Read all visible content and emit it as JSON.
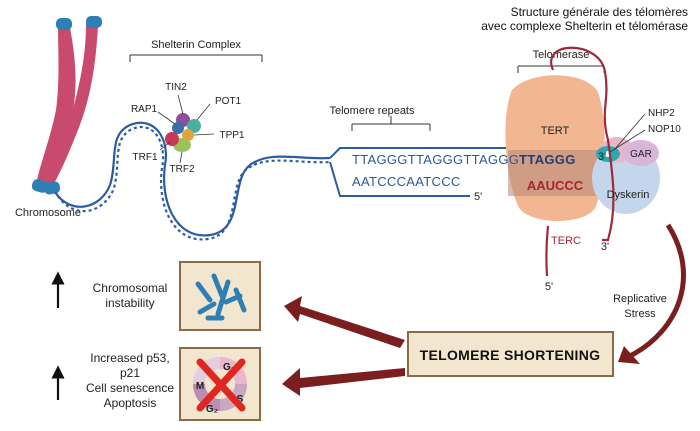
{
  "title": {
    "line1": "Structure générale des télomères",
    "line2": "avec complexe Shelterin et télomérase"
  },
  "shelterin": {
    "group_label": "Shelterin Complex",
    "proteins": {
      "tin2": "TIN2",
      "rap1": "RAP1",
      "pot1": "POT1",
      "tpp1": "TPP1",
      "trf1": "TRF1",
      "trf2": "TRF2"
    }
  },
  "chromosome": {
    "label": "Chromosome"
  },
  "telomere": {
    "group_label": "Telomere repeats",
    "top_strand": "TTAGGGTTAGGGTTAGGG",
    "top_strand_bold": "TTAGGG",
    "top_strand_end": "3'",
    "bottom_strand": "AATCCCAATCCC",
    "bottom_strand_end": "5'"
  },
  "telomerase": {
    "group_label": "Telomerase",
    "tert": "TERT",
    "template": "AAUCCC",
    "terc": "TERC",
    "nhp2": "NHP2",
    "nop10": "NOP10",
    "gar": "GAR",
    "dyskerin": "Dyskerin",
    "terc_end_3": "3'",
    "terc_end_5": "5'"
  },
  "stress": {
    "line1": "Replicative",
    "line2": "Stress"
  },
  "shortening": {
    "label": "TELOMERE SHORTENING"
  },
  "outcomes": {
    "instability": {
      "line1": "Chromosomal",
      "line2": "instability"
    },
    "senescence": {
      "line1": "Increased p53,",
      "line2": "p21",
      "line3": "Cell senescence",
      "line4": "Apoptosis"
    }
  },
  "cell_cycle": {
    "g1": "G₁",
    "s": "S",
    "g2": "G₂",
    "m": "M"
  },
  "colors": {
    "chromosome": "#c94a6f",
    "chromosome_tip": "#2e7fb3",
    "dna": "#2c5d9e",
    "tert": "#f2b791",
    "dyskerin": "#c4d6ec",
    "gar": "#d9b6d8",
    "box_fill": "#f3e6cf",
    "box_border": "#8b6a48",
    "arrow": "#7a1e1e"
  }
}
